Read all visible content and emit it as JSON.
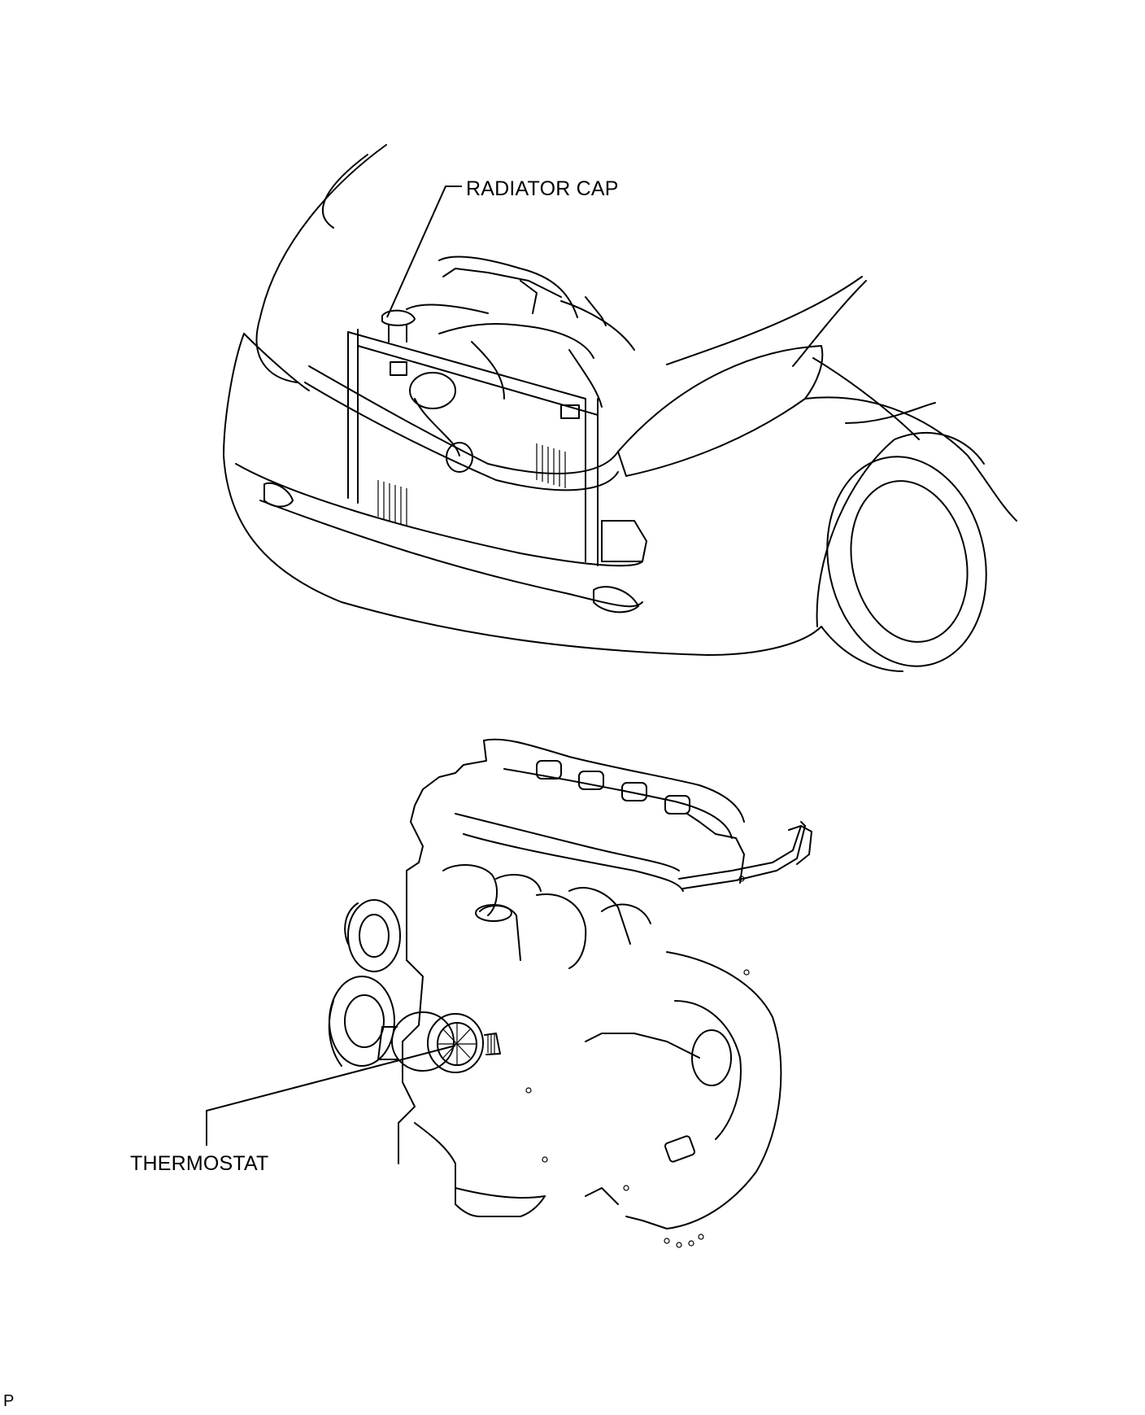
{
  "labels": {
    "radiator_cap": "RADIATOR CAP",
    "thermostat": "THERMOSTAT"
  },
  "reference_code": "P"
}
